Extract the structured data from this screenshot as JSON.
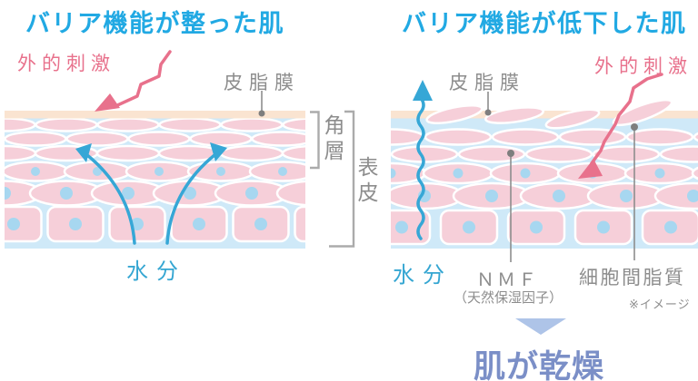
{
  "diagram": {
    "left": {
      "title": "バリア機能が整った肌",
      "external_stimulus": "外的刺激",
      "sebum_film": "皮脂膜",
      "moisture": "水分"
    },
    "right": {
      "title": "バリア機能が低下した肌",
      "sebum_film": "皮脂膜",
      "external_stimulus": "外的刺激",
      "moisture": "水分",
      "nmf": "ＮＭＦ",
      "nmf_subtitle": "（天然保湿因子）",
      "intercellular_lipids": "細胞間脂質",
      "note": "※イメージ",
      "result": "肌が乾燥"
    },
    "layers": {
      "stratum_corneum": "角層",
      "epidermis": "表皮"
    },
    "colors": {
      "title_cyan": "#21a9e3",
      "stimulus_pink": "#e8718c",
      "label_gray": "#8d8d8d",
      "moisture_cyan": "#35a6d2",
      "result_blue": "#7b8fc7",
      "cell_pink": "#f6cfd9",
      "block_blue": "#cfe9f8",
      "sebum_peach": "#fae4d1",
      "nucleus_blue": "#a7d7f0",
      "arrow_cyan": "#36a7d6",
      "triangle_blue": "#aec4e8",
      "bracket_gray": "#ababab"
    }
  }
}
